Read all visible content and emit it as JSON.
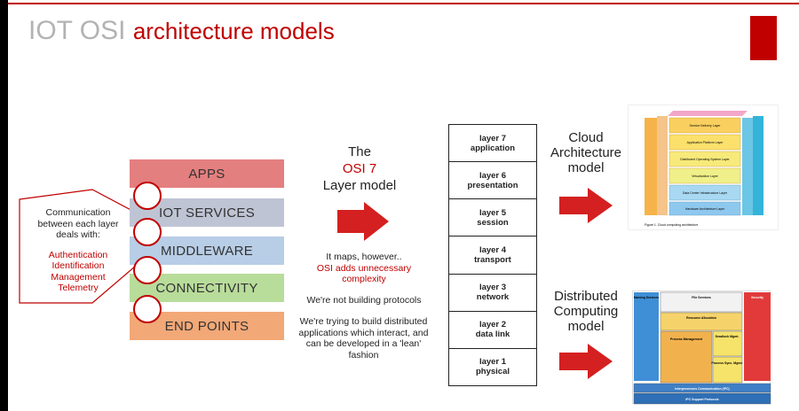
{
  "title": {
    "gray": "IOT OSI",
    "red": "architecture models"
  },
  "callout": {
    "intro": [
      "Communication",
      "between each layer",
      "deals with:"
    ],
    "items": [
      "Authentication",
      "Identification",
      "Management",
      "Telemetry"
    ]
  },
  "layers": [
    {
      "label": "APPS",
      "color": "#e47f7f"
    },
    {
      "label": "IOT SERVICES",
      "color": "#bfc4d4"
    },
    {
      "label": "MIDDLEWARE",
      "color": "#b8cde6"
    },
    {
      "label": "CONNECTIVITY",
      "color": "#b8dc9a"
    },
    {
      "label": "END POINTS",
      "color": "#f2a877"
    }
  ],
  "osi_title": {
    "the": "The",
    "osi7": "OSI 7",
    "layer_model": "Layer model"
  },
  "maps_text": {
    "line1": "It maps, however..",
    "red1": "OSI adds unnecessary",
    "red2": "complexity"
  },
  "protocols_text": "We're not building protocols",
  "distributed_text": [
    "We're trying to build distributed",
    "applications which interact, and",
    "can be developed in a 'lean'",
    "fashion"
  ],
  "osi_layers": [
    {
      "num": "layer 7",
      "name": "application"
    },
    {
      "num": "layer 6",
      "name": "presentation"
    },
    {
      "num": "layer 5",
      "name": "session"
    },
    {
      "num": "layer 4",
      "name": "transport"
    },
    {
      "num": "layer 3",
      "name": "network"
    },
    {
      "num": "layer 2",
      "name": "data link"
    },
    {
      "num": "layer 1",
      "name": "physical"
    }
  ],
  "cloud_label": [
    "Cloud",
    "Architecture",
    "model"
  ],
  "distributed_label": [
    "Distributed",
    "Computing",
    "model"
  ],
  "cloud_diagram": {
    "caption": "Figure 1. Cloud computing architecture",
    "layers": [
      "Service Delivery Layer",
      "Application Platform Layer",
      "Distributed Operating System Layer",
      "Virtualization Layer",
      "Data Center Infrastructure Layer",
      "Hardware Architecture Layer"
    ]
  },
  "dist_diagram": {
    "naming": "Naming Services",
    "file": "File Services",
    "security": "Security",
    "resource": "Resource Allocation",
    "process": "Process Management",
    "deadlock": "Deadlock Mgmt.",
    "sync": "Process Sync. Mgmt.",
    "ipc": "Interprocesses Communication (IPC)",
    "ipc_support": "IPC Support Protocols"
  },
  "colors": {
    "accent": "#c00000",
    "arrow": "#d42020"
  }
}
